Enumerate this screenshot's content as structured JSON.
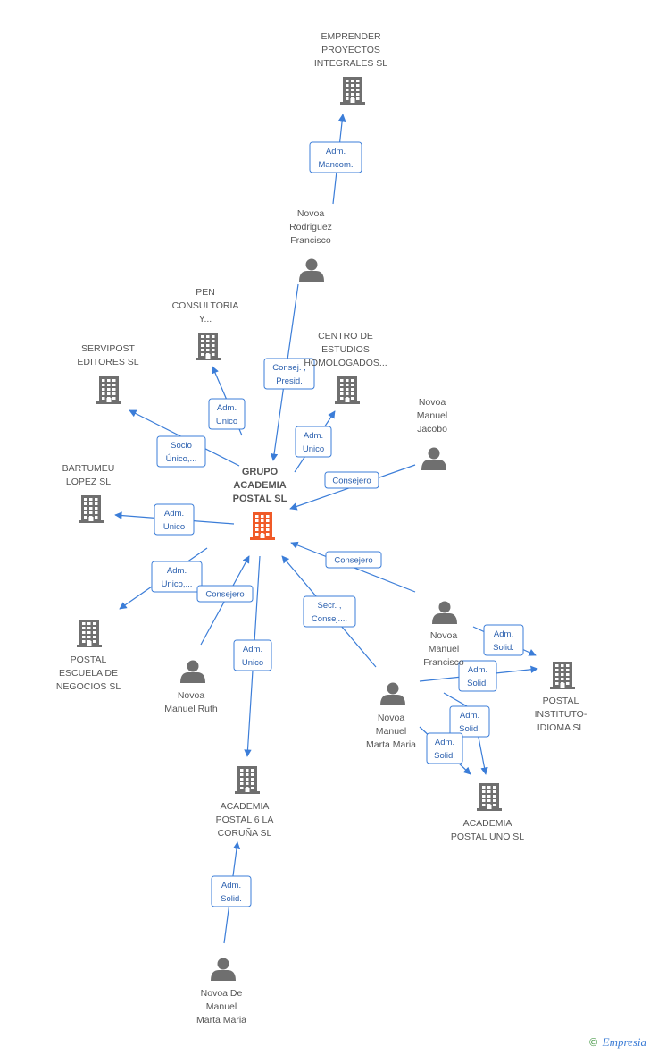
{
  "colors": {
    "edge": "#3b7dd8",
    "company": "#6f6f6f",
    "center": "#f05a28",
    "person": "#6f6f6f"
  },
  "nodes": [
    {
      "id": "center",
      "type": "company-main",
      "lines": [
        "GRUPO",
        "ACADEMIA",
        "POSTAL SL"
      ]
    },
    {
      "id": "emprender",
      "type": "company",
      "lines": [
        "EMPRENDER",
        "PROYECTOS",
        "INTEGRALES SL"
      ]
    },
    {
      "id": "novoa_rf",
      "type": "person",
      "lines": [
        "Novoa",
        "Rodriguez",
        "Francisco"
      ]
    },
    {
      "id": "pen",
      "type": "company",
      "lines": [
        "PEN",
        "CONSULTORIA",
        "Y..."
      ]
    },
    {
      "id": "servipost",
      "type": "company",
      "lines": [
        "SERVIPOST",
        "EDITORES  SL"
      ]
    },
    {
      "id": "centro",
      "type": "company",
      "lines": [
        "CENTRO DE",
        "ESTUDIOS",
        "HOMOLOGADOS..."
      ]
    },
    {
      "id": "novoa_mj",
      "type": "person",
      "lines": [
        "Novoa",
        "Manuel",
        "Jacobo"
      ]
    },
    {
      "id": "bartumeu",
      "type": "company",
      "lines": [
        "BARTUMEU",
        "LOPEZ SL"
      ]
    },
    {
      "id": "escuela",
      "type": "company",
      "lines": [
        "POSTAL",
        "ESCUELA DE",
        "NEGOCIOS SL"
      ]
    },
    {
      "id": "novoa_mr",
      "type": "person",
      "lines": [
        "Novoa",
        "Manuel Ruth"
      ]
    },
    {
      "id": "novoa_mf",
      "type": "person",
      "lines": [
        "Novoa",
        "Manuel",
        "Francisco"
      ]
    },
    {
      "id": "instituto",
      "type": "company",
      "lines": [
        "POSTAL",
        "INSTITUTO-",
        "IDIOMA SL"
      ]
    },
    {
      "id": "novoa_mmm",
      "type": "person",
      "lines": [
        "Novoa",
        "Manuel",
        "Marta Maria"
      ]
    },
    {
      "id": "uno",
      "type": "company",
      "lines": [
        "ACADEMIA",
        "POSTAL UNO SL"
      ]
    },
    {
      "id": "coruna",
      "type": "company",
      "lines": [
        "ACADEMIA",
        "POSTAL 6 LA",
        "CORUÑA SL"
      ]
    },
    {
      "id": "novoa_dm",
      "type": "person",
      "lines": [
        "Novoa De",
        "Manuel",
        "Marta Maria"
      ]
    }
  ],
  "edges": [
    {
      "lines": [
        "Adm.",
        "Mancom."
      ]
    },
    {
      "lines": [
        "Consej. ,",
        "Presid."
      ]
    },
    {
      "lines": [
        "Adm.",
        "Unico"
      ]
    },
    {
      "lines": [
        "Socio",
        "Único,..."
      ]
    },
    {
      "lines": [
        "Adm.",
        "Unico"
      ]
    },
    {
      "lines": [
        "Consejero"
      ]
    },
    {
      "lines": [
        "Adm.",
        "Unico"
      ]
    },
    {
      "lines": [
        "Adm.",
        "Unico,..."
      ]
    },
    {
      "lines": [
        "Consejero"
      ]
    },
    {
      "lines": [
        "Adm.",
        "Unico"
      ]
    },
    {
      "lines": [
        "Secr. ,",
        "Consej...."
      ]
    },
    {
      "lines": [
        "Consejero"
      ]
    },
    {
      "lines": [
        "Adm.",
        "Solid."
      ]
    },
    {
      "lines": [
        "Adm.",
        "Solid."
      ]
    },
    {
      "lines": [
        "Adm.",
        "Solid."
      ]
    },
    {
      "lines": [
        "Adm.",
        "Solid."
      ]
    },
    {
      "lines": [
        "Adm.",
        "Solid."
      ]
    }
  ],
  "footer": {
    "copyright": "©",
    "brand": "Empresia"
  }
}
